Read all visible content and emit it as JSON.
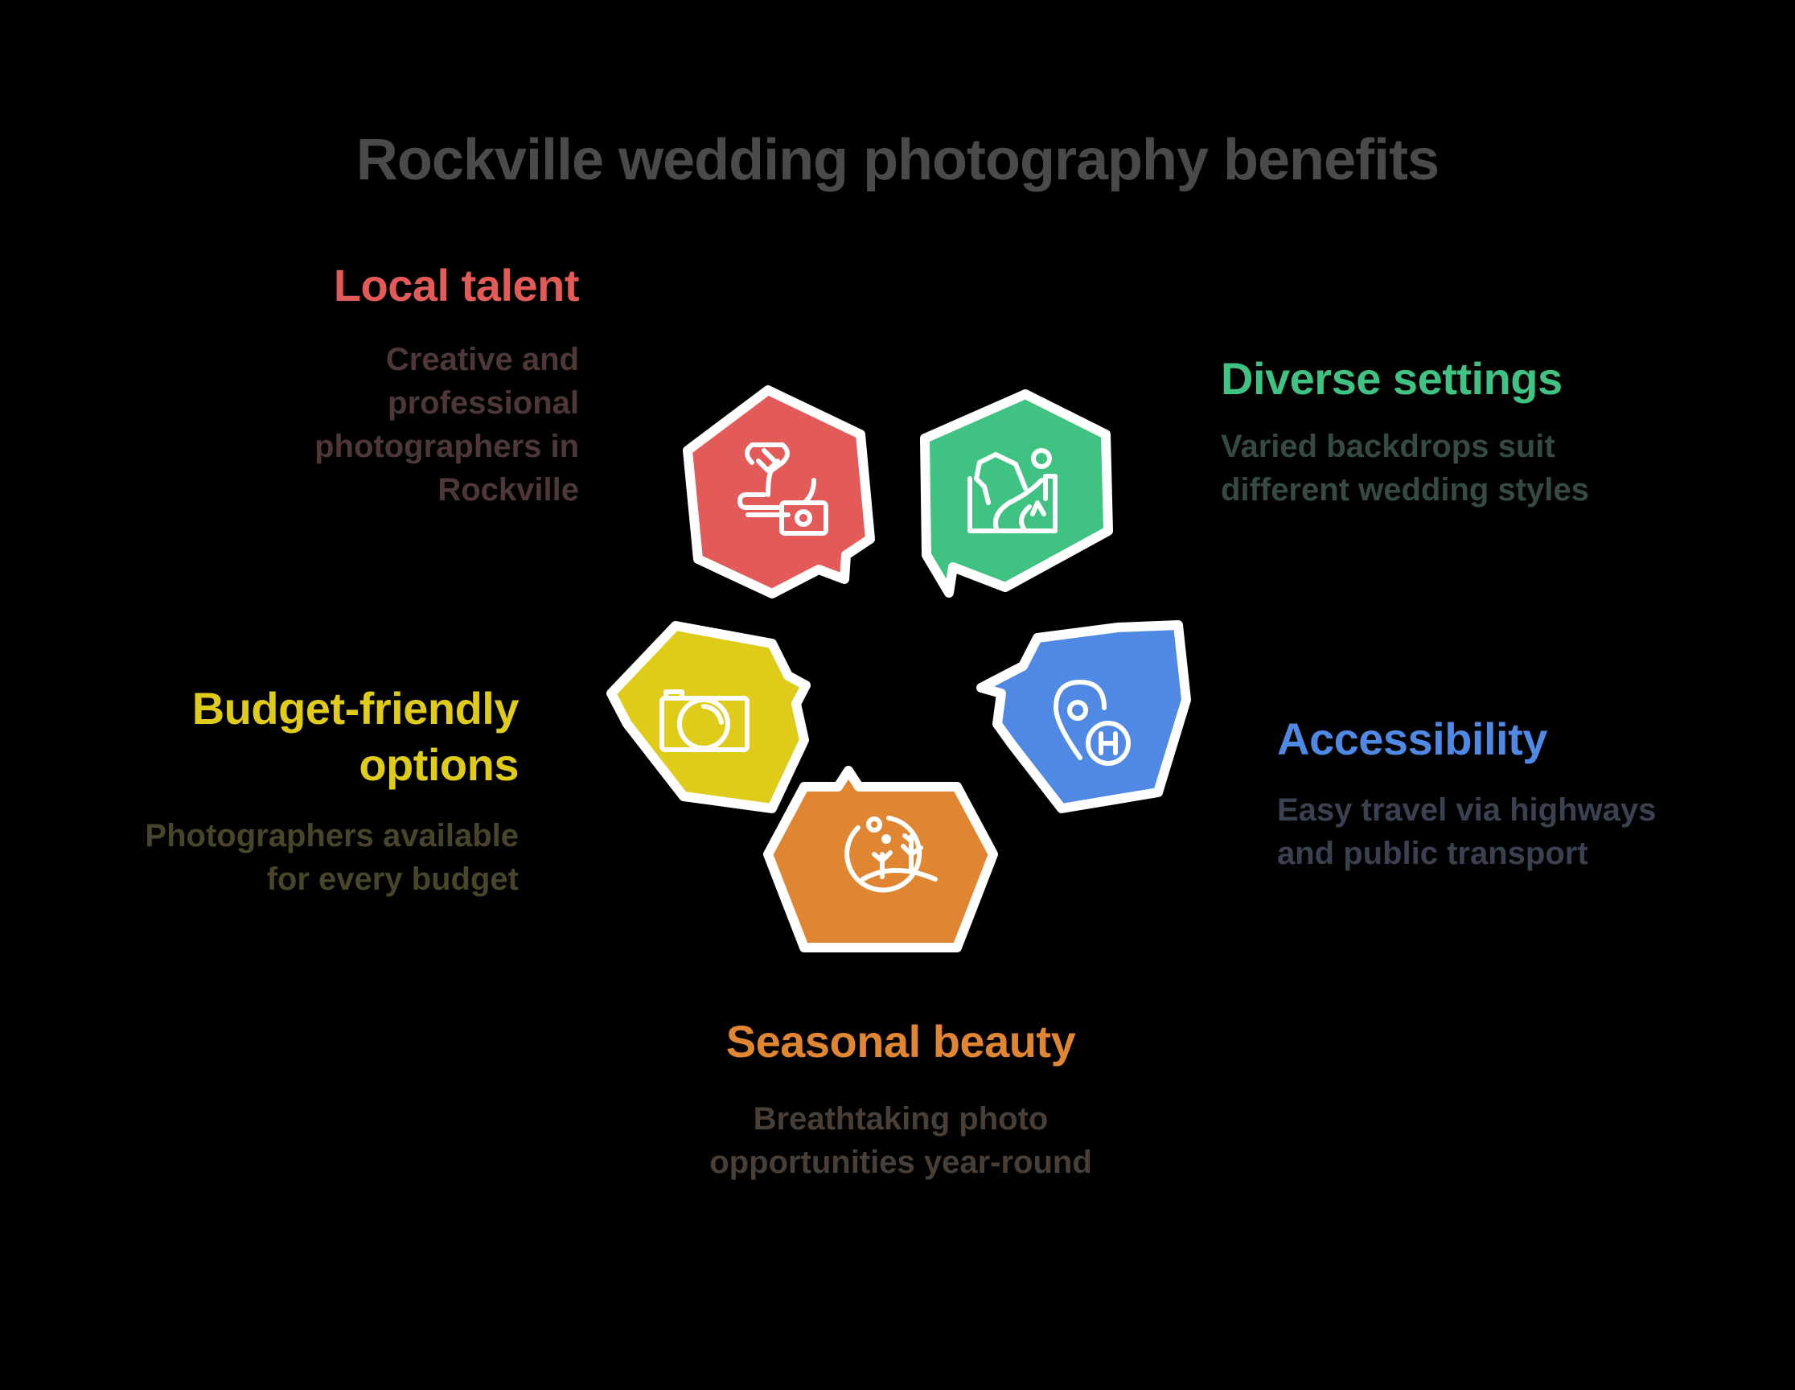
{
  "title": "Rockville wedding photography benefits",
  "colors": {
    "background": "#000000",
    "title": "#4a4a4a",
    "red": "#e35b58",
    "green": "#40c283",
    "yellow": "#dfcb19",
    "blue": "#4f89e3",
    "orange": "#e08632",
    "outline": "#ffffff"
  },
  "benefits": [
    {
      "id": "local-talent",
      "heading": "Local talent",
      "description_lines": [
        "Creative and",
        "professional",
        "photographers in",
        "Rockville"
      ],
      "color": "#e35b58",
      "desc_color": "#4d3837",
      "icon": "photographer-camera-icon"
    },
    {
      "id": "diverse-settings",
      "heading": "Diverse settings",
      "description_lines": [
        "Varied backdrops suit",
        "different wedding styles"
      ],
      "color": "#40c283",
      "desc_color": "#354a40",
      "icon": "landscape-icon"
    },
    {
      "id": "budget-friendly",
      "heading_lines": [
        "Budget-friendly",
        "options"
      ],
      "description_lines": [
        "Photographers available",
        "for every budget"
      ],
      "color": "#dfcb19",
      "desc_color": "#48452a",
      "icon": "camera-icon"
    },
    {
      "id": "accessibility",
      "heading": "Accessibility",
      "description_lines": [
        "Easy travel via highways",
        "and public transport"
      ],
      "color": "#4f89e3",
      "desc_color": "#3a4252",
      "icon": "location-pin-hospital-icon"
    },
    {
      "id": "seasonal-beauty",
      "heading": "Seasonal beauty",
      "description_lines": [
        "Breathtaking photo",
        "opportunities year-round"
      ],
      "color": "#e08632",
      "desc_color": "#4a3f36",
      "icon": "desert-plants-icon"
    }
  ]
}
